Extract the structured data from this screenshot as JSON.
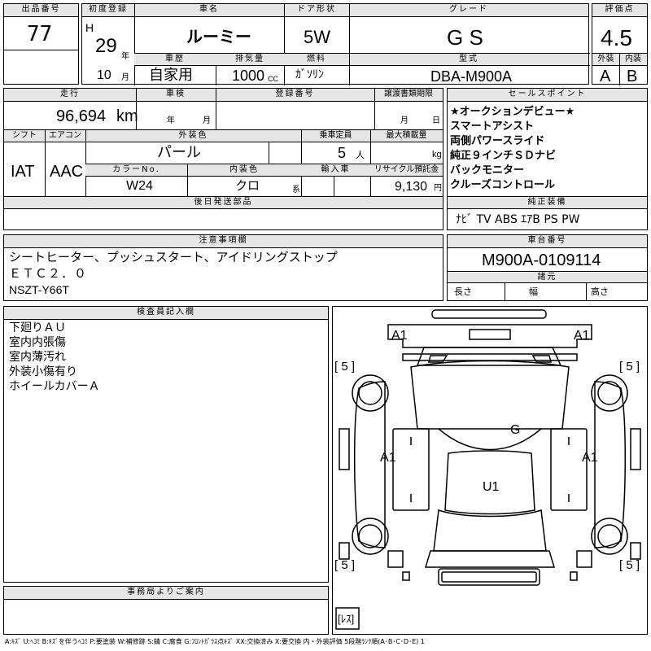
{
  "header": {
    "lot_label": "出品番号",
    "lot_value": "77",
    "first_reg_label": "初度登録",
    "era": "H",
    "year": "29",
    "year_unit": "年",
    "car_name_label": "車名",
    "car_name": "ルーミー",
    "door_label": "ドア形状",
    "door": "5W",
    "grade_label": "グレード",
    "grade": "G S",
    "score_label": "評価点",
    "score": "4.5",
    "history_label": "車歴",
    "history": "自家用",
    "month": "10",
    "month_unit": "月",
    "displacement_label": "排気量",
    "displacement": "1000",
    "displacement_unit": "CC",
    "fuel_label": "燃料",
    "fuel": "ｶﾞｿﾘﾝ",
    "model_label": "型式",
    "model": "DBA-M900A",
    "exterior_label": "外装",
    "exterior": "A",
    "interior_label": "内装",
    "interior": "B"
  },
  "row2": {
    "mileage_label": "走行",
    "mileage": "96,694",
    "mileage_unit": "km",
    "inspection_label": "車検",
    "inspection_year_unit": "年",
    "inspection_month_unit": "月",
    "reg_no_label": "登録番号",
    "transfer_label": "譲渡書類期限",
    "transfer_month_unit": "月",
    "transfer_day_unit": "日",
    "shift_label": "シフト",
    "shift": "IAT",
    "ac_label": "エアコン",
    "ac": "AAC",
    "color_label": "外装色",
    "color": "パール",
    "capacity_label": "乗車定員",
    "capacity": "5",
    "capacity_unit": "人",
    "load_label": "最大積載量",
    "load_unit": "kg",
    "color_no_label": "カラーNo.",
    "color_no": "W24",
    "int_color_label": "内装色",
    "int_color": "クロ",
    "int_color_unit": "系",
    "import_label": "輸入車",
    "recycle_label": "リサイクル預託金",
    "recycle": "9,130",
    "recycle_unit": "円",
    "later_parts_label": "後日発送部品"
  },
  "sales_points": {
    "title": "セールスポイント",
    "lines": [
      "★オークションデビュー★",
      "スマートアシスト",
      "両側パワースライド",
      "純正９インチＳＤナビ",
      "バックモニター",
      "クルーズコントロール"
    ],
    "equipment_label": "純正装備",
    "equipment": "ﾅﾋﾞ TV ABS ｴｱB PS PW"
  },
  "notes": {
    "title": "注意事項欄",
    "lines": [
      "シートヒーター、プッシュスタート、アイドリングストップ",
      "ＥＴＣ２．０",
      "NSZT-Y66T"
    ]
  },
  "chassis": {
    "title": "車台番号",
    "value": "M900A-0109114",
    "dims_label": "諸元",
    "length_label": "長さ",
    "width_label": "幅",
    "height_label": "高さ"
  },
  "inspector": {
    "title": "検査員記入欄",
    "lines": [
      "下廻りＡＵ",
      "室内内張傷",
      "室内薄汚れ",
      "外装小傷有り",
      "ホイールカバーＡ"
    ]
  },
  "office": {
    "title": "事務局よりご案内"
  },
  "diagram": {
    "marks": [
      "A1",
      "A1",
      "A1",
      "A1",
      "G",
      "U1"
    ],
    "tires": [
      "[ 5 ]",
      "[ 5 ]",
      "[ 5 ]",
      "[ 5 ]"
    ],
    "spare": "[ﾚｽ]"
  },
  "legend": "A:ｷｽﾞ U:ﾍｺﾐ B:ｷｽﾞを伴うﾍｺﾐ P:要塗装 W:補修跡 S:錆 C:腐食 G:ﾌﾛﾝﾄｶﾞﾗｽ点ｷｽﾞ XX:交換済み X:要交換 内・外装評価 5段階ﾗﾝｸ順(A･B･C･D･E) 1"
}
